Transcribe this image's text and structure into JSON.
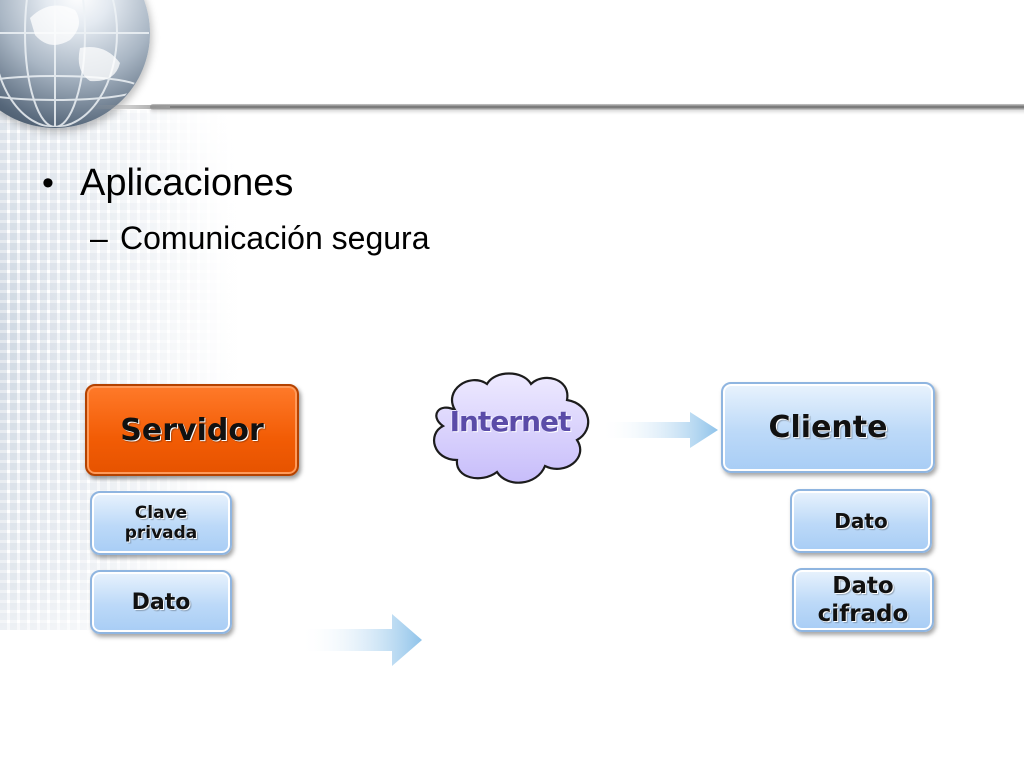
{
  "bullets": {
    "level1": {
      "marker": "•",
      "text": "Aplicaciones"
    },
    "level2": {
      "marker": "–",
      "text": "Comunicación segura"
    }
  },
  "diagram": {
    "server": {
      "label": "Servidor",
      "color": "#f25c05"
    },
    "server_items": {
      "clave_line1": "Clave",
      "clave_line2": "privada",
      "dato": "Dato"
    },
    "network": {
      "label": "Internet",
      "color": "#5a4ca8"
    },
    "client": {
      "label": "Cliente",
      "color": "#bcd9f8"
    },
    "client_items": {
      "dato": "Dato",
      "cifrado_line1": "Dato",
      "cifrado_line2": "cifrado"
    }
  }
}
